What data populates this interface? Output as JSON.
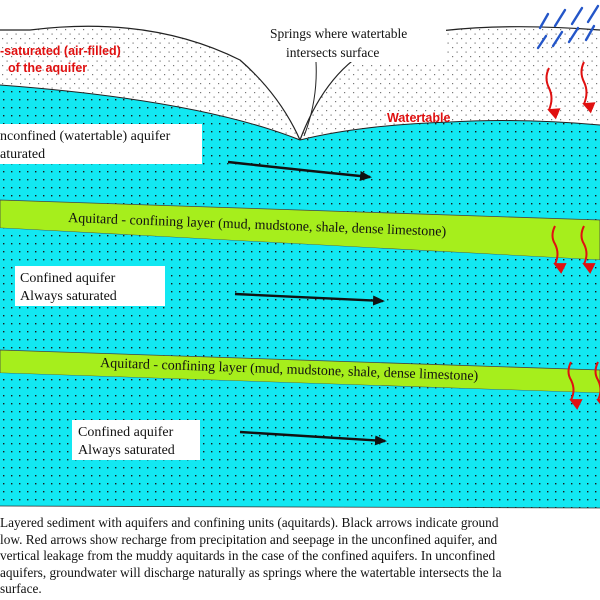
{
  "labels": {
    "unsaturated_line1": "-saturated (air-filled)",
    "unsaturated_line2": "of the aquifer",
    "springs_line1": "Springs where watertable",
    "springs_line2": "intersects surface",
    "watertable": "Watertable",
    "unconfined_line1": "nconfined (watertable) aquifer",
    "unconfined_line2": "aturated",
    "aquitard_upper": "Aquitard - confining layer (mud, mudstone, shale, dense limestone)",
    "confined1_line1": "Confined aquifer",
    "confined1_line2": "Always saturated",
    "aquitard_lower": "Aquitard - confining layer (mud, mudstone, shale, dense limestone)",
    "confined2_line1": "Confined aquifer",
    "confined2_line2": "Always saturated"
  },
  "caption": {
    "line1": "Layered sediment  with aquifers and confining units (aquitards).  Black arrows indicate ground",
    "line2": "low.  Red arrows show recharge from precipitation and seepage in the unconfined aquifer, and",
    "line3": "vertical leakage from the muddy aquitards in the case of the confined aquifers.  In unconfined",
    "line4": "aquifers, groundwater will discharge naturally as springs where the watertable intersects the la",
    "line5": "surface."
  },
  "colors": {
    "aquifer": "#12e8f2",
    "aquitard": "#a6ee1c",
    "recharge_arrow": "#e01010",
    "rain": "#2456c8",
    "flow_arrow": "#111111"
  }
}
